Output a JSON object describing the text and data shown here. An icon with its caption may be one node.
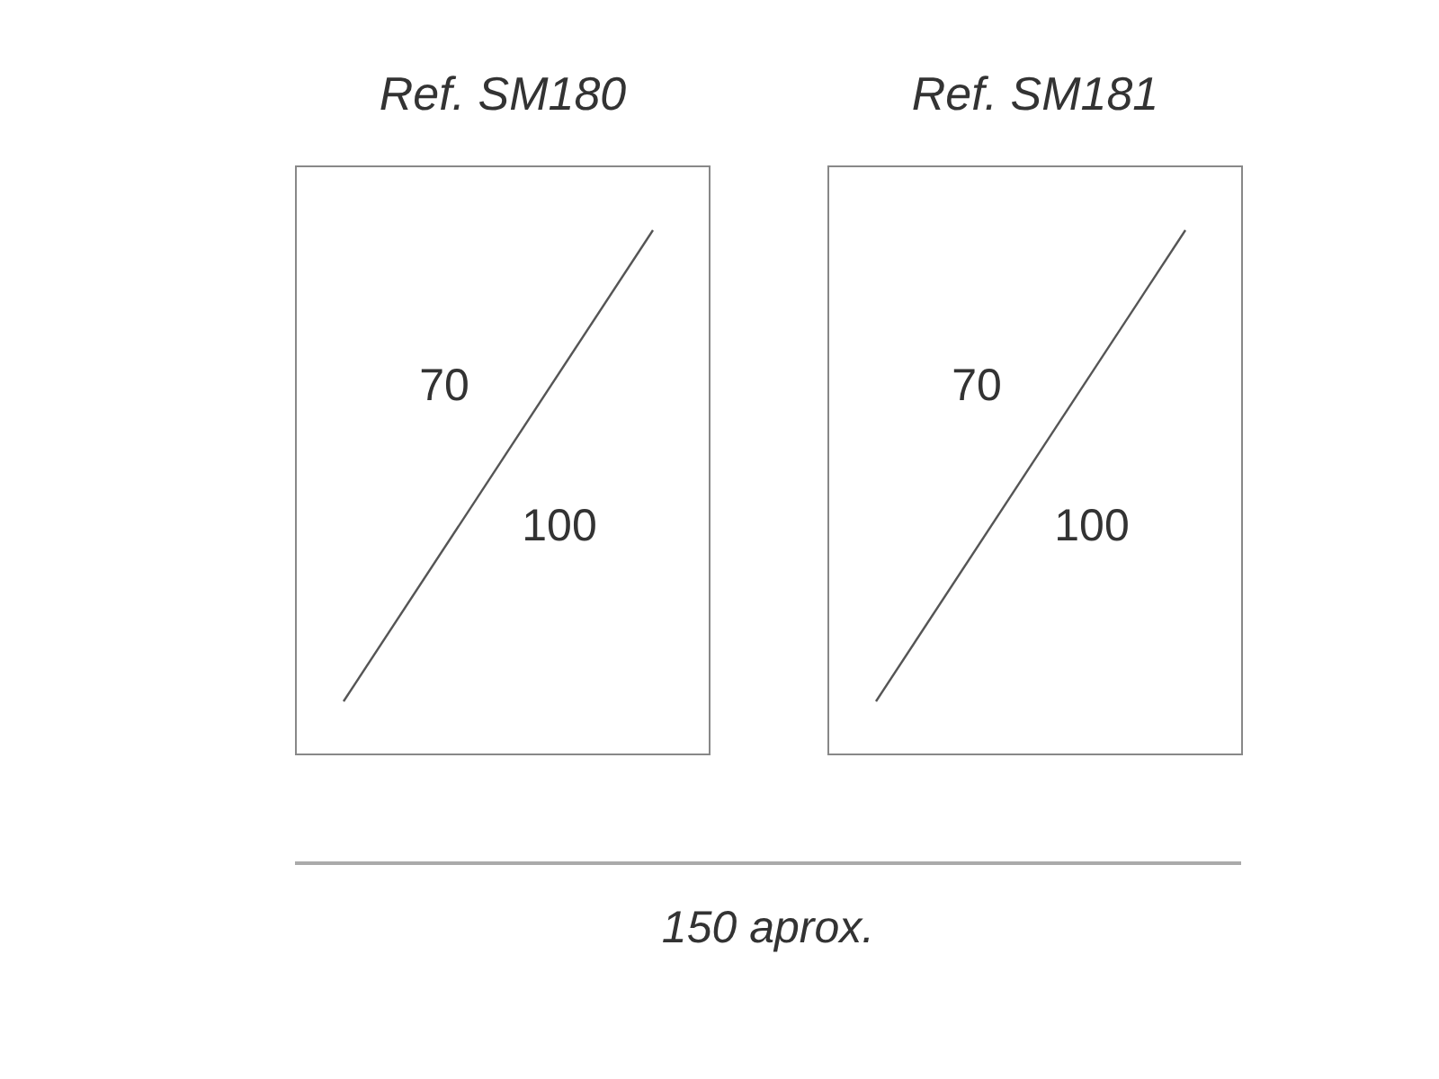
{
  "diagram": {
    "nodes": [
      {
        "text": [
          "Ref. SM180",
          "70",
          "100"
        ]
      },
      {
        "text": [
          "Ref. SM181",
          "70",
          "100"
        ]
      }
    ],
    "labels": [
      "150 aprox."
    ]
  }
}
